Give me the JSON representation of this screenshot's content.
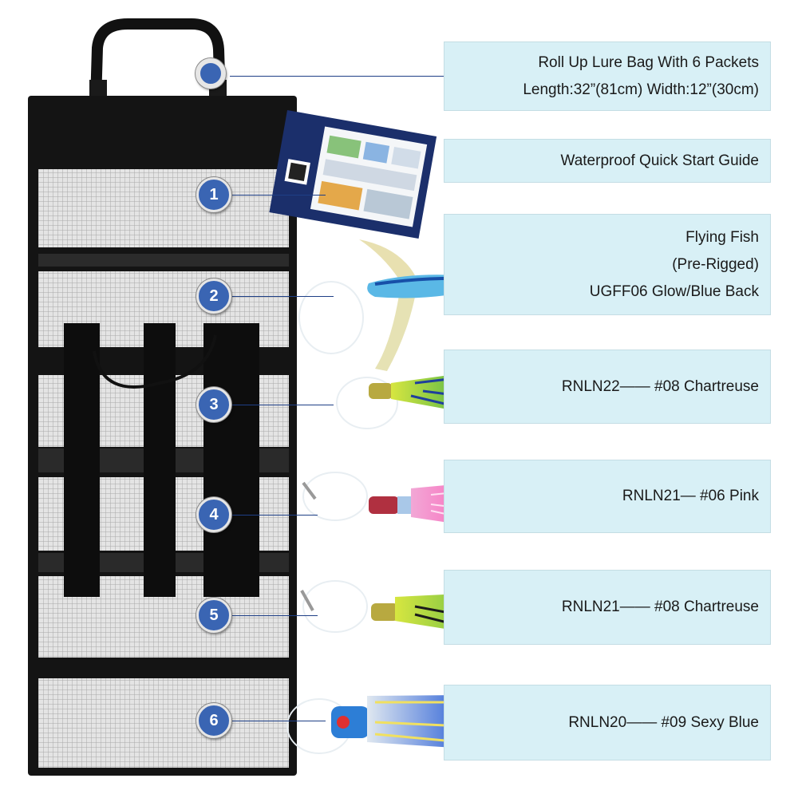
{
  "callouts": [
    {
      "id": "bag",
      "badge": "",
      "lines": [
        "Roll Up Lure Bag With 6 Packets",
        "Length:32”(81cm)    Width:12”(30cm)"
      ]
    },
    {
      "id": "guide",
      "badge": "1",
      "lines": [
        "Waterproof Quick Start Guide"
      ]
    },
    {
      "id": "flying-fish",
      "badge": "2",
      "lines": [
        "Flying Fish",
        "(Pre-Rigged)",
        "UGFF06 Glow/Blue Back"
      ]
    },
    {
      "id": "lure-3",
      "badge": "3",
      "lines": [
        "RNLN22—— #08 Chartreuse"
      ]
    },
    {
      "id": "lure-4",
      "badge": "4",
      "lines": [
        "RNLN21— #06 Pink"
      ]
    },
    {
      "id": "lure-5",
      "badge": "5",
      "lines": [
        "RNLN21—— #08 Chartreuse"
      ]
    },
    {
      "id": "lure-6",
      "badge": "6",
      "lines": [
        "RNLN20—— #09 Sexy Blue"
      ]
    }
  ],
  "colors": {
    "panel": "#d8f0f6",
    "badge": "#3a65b3",
    "leader": "#1e3f86",
    "bag": "#111111",
    "mesh": "#d9d9d9"
  },
  "icons": {
    "bag": "roll-up-bag-image",
    "guide": "quick-start-guide-image",
    "lures": "fishing-lure-image"
  }
}
